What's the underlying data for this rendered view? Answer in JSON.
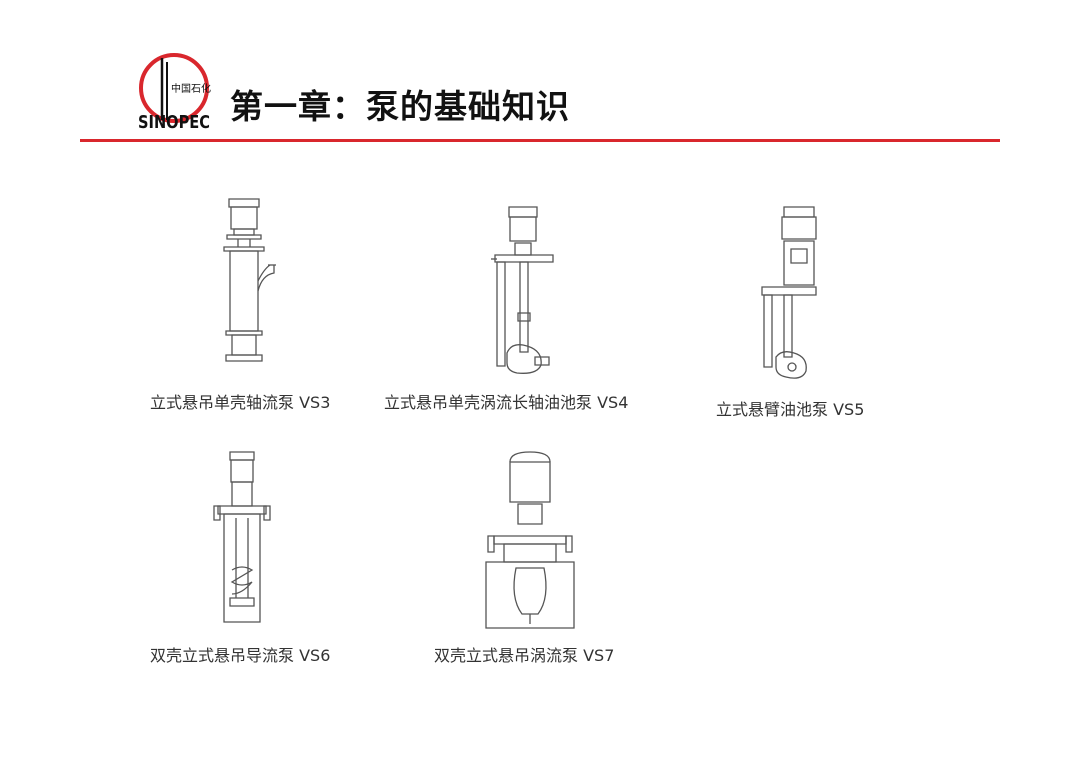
{
  "header": {
    "logo_text_cn": "中国石化",
    "logo_text_en": "SINOPEC",
    "title": "第一章：泵的基础知识"
  },
  "pumps": [
    {
      "caption": "立式悬吊单壳轴流泵 VS3"
    },
    {
      "caption": "立式悬吊单壳涡流长轴油池泵 VS4"
    },
    {
      "caption": "立式悬臂油池泵 VS5"
    },
    {
      "caption": "双壳立式悬吊导流泵 VS6"
    },
    {
      "caption": "双壳立式悬吊涡流泵 VS7"
    }
  ],
  "colors": {
    "accent": "#d9272d",
    "line": "#555555"
  }
}
